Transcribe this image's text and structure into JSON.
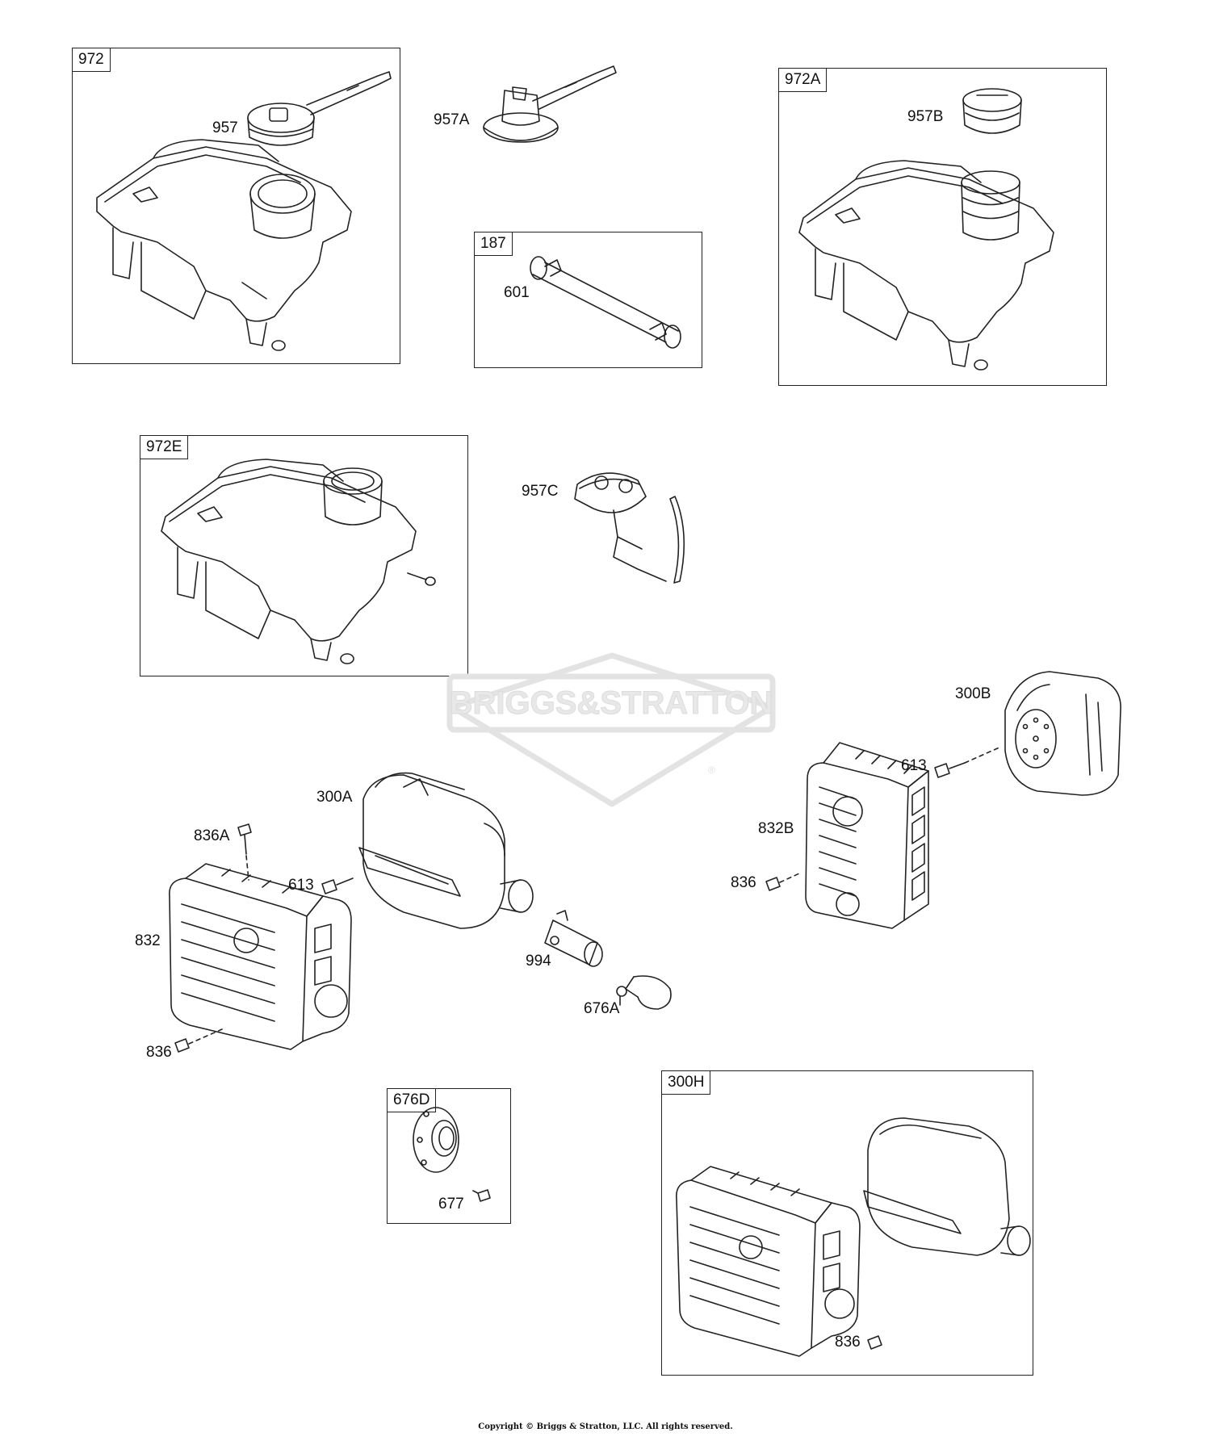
{
  "groups": {
    "g972": "972",
    "g187": "187",
    "g972A": "972A",
    "g972E": "972E",
    "g676D": "676D",
    "g300H": "300H"
  },
  "callouts": {
    "c957": "957",
    "c957A": "957A",
    "c601": "601",
    "c957B": "957B",
    "c957C": "957C",
    "c300B": "300B",
    "c613_right": "613",
    "c832B": "832B",
    "c836_right": "836",
    "c300A": "300A",
    "c836A": "836A",
    "c613_left": "613",
    "c832": "832",
    "c994": "994",
    "c676A": "676A",
    "c836_left": "836",
    "c677": "677",
    "c836_300H": "836"
  },
  "watermark": {
    "brand": "BRIGGS&STRATTON",
    "registered": "®"
  },
  "footer": {
    "copyright": "Copyright © Briggs & Stratton, LLC. All rights reserved."
  },
  "colors": {
    "line": "#222222",
    "watermark": "#e3e3e3"
  }
}
